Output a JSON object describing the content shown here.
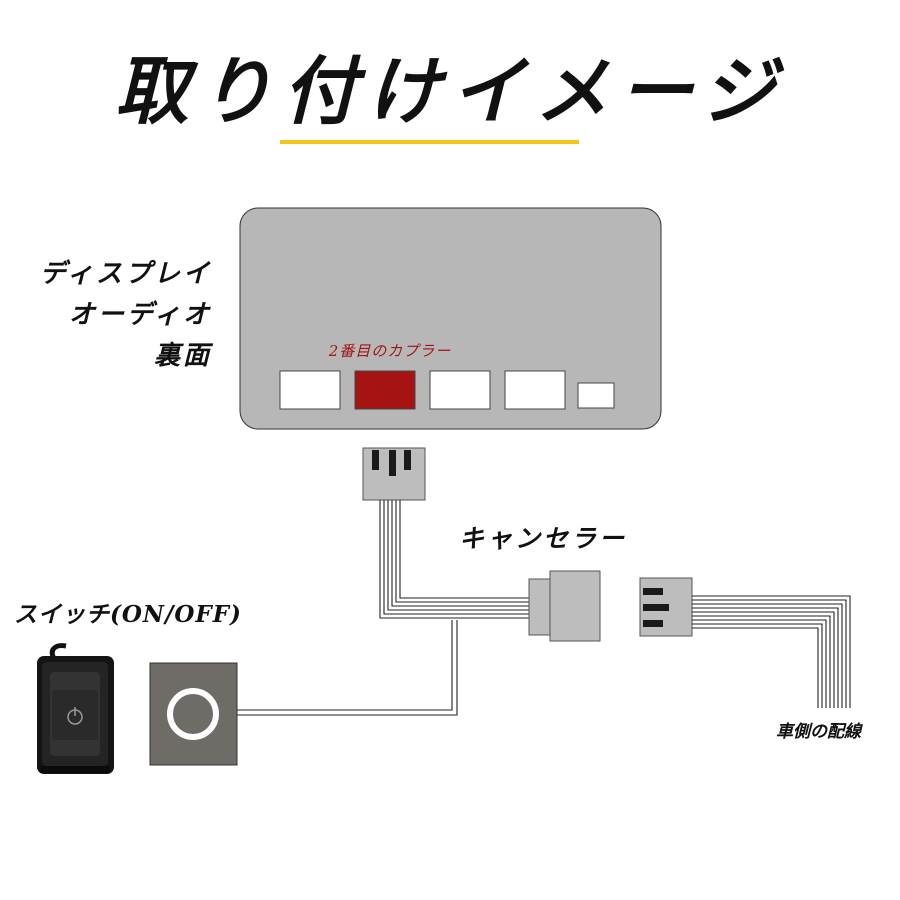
{
  "title": "取り付けイメージ",
  "labels": {
    "display_line1": "ディスプレイ",
    "display_line2": "オーディオ",
    "display_line3": "裏面",
    "coupler": "2番目のカプラー",
    "canceler": "キャンセラー",
    "switch": "スイッチ(ON/OFF)",
    "vehicle_wiring": "車側の配線"
  },
  "colors": {
    "accent_underline": "#f5c21a",
    "panel": "#b7b7b7",
    "coupler_highlight": "#a51313",
    "switch_box": "#6f6b67",
    "connector": "#bdbdbd"
  },
  "icons": {
    "switch_photo": "rocker-power-switch-icon",
    "switch_ring": "power-ring-icon"
  }
}
